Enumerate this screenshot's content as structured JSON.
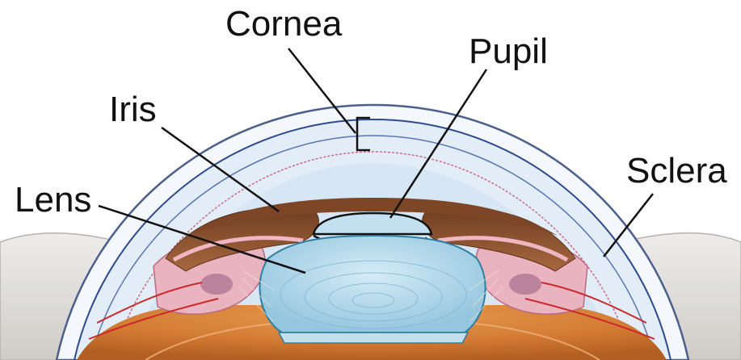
{
  "labels": {
    "cornea": "Cornea",
    "pupil": "Pupil",
    "iris": "Iris",
    "sclera": "Sclera",
    "lens": "Lens"
  },
  "colors": {
    "cornea_fill": "#dde9f6",
    "cornea_line": "#2e4a8f",
    "iris_brown": "#8a5232",
    "lens_blue": "#a9d3e8",
    "lens_edge": "#2c7fa0",
    "tissue_pink": "#e9b3c0",
    "interior_orange": "#d9823c",
    "skin_gray": "#d8d6d3",
    "vessel_red": "#cc2a2a",
    "leader_line": "#111111"
  }
}
